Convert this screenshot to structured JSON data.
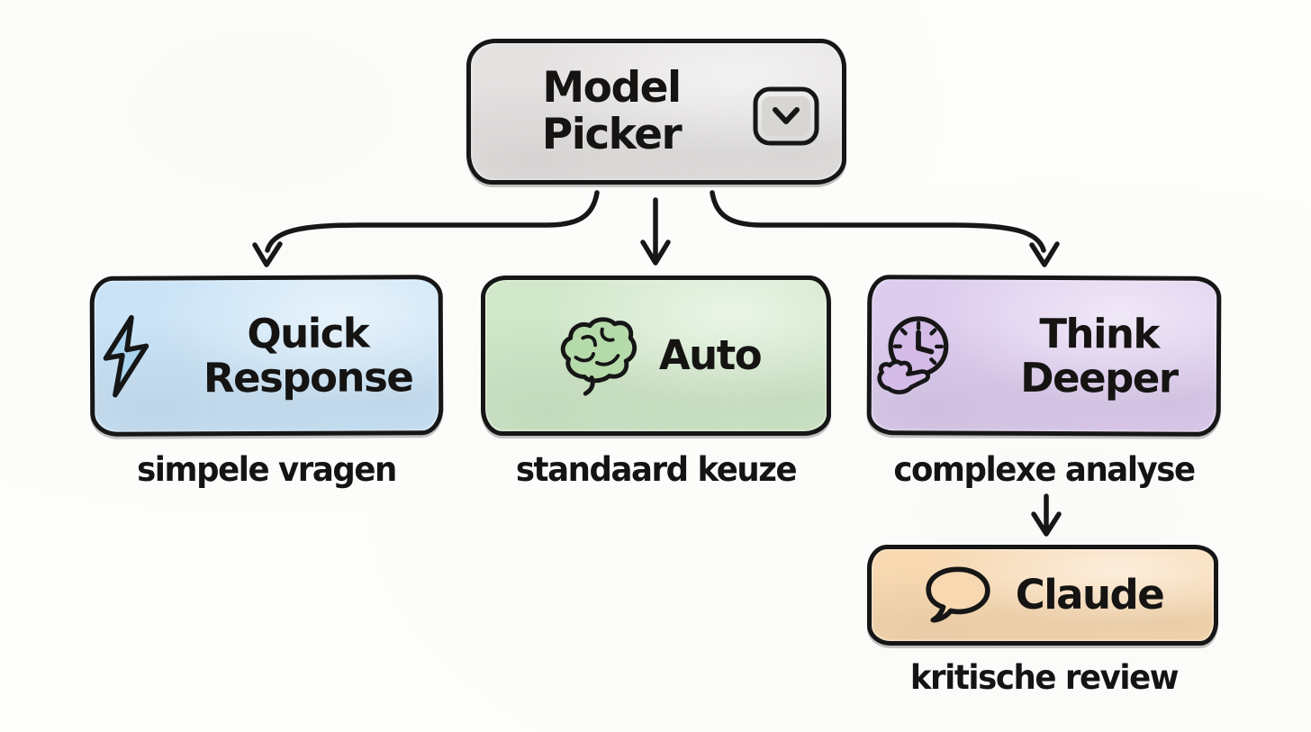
{
  "root_node": {
    "label": "Model Picker",
    "icon": "chevron-down-icon",
    "fill": "#e4e2e1"
  },
  "branches": [
    {
      "label": "Quick Response",
      "caption": "simpele vragen",
      "icon": "lightning-icon",
      "fill": "#cae3f6",
      "icon_fill": "#a9d3ef"
    },
    {
      "label": "Auto",
      "caption": "standaard keuze",
      "icon": "brain-icon",
      "fill": "#d0e7c9",
      "icon_fill": "#b6dbaa"
    },
    {
      "label": "Think Deeper",
      "caption": "complexe analyse",
      "icon": "clock-thinking-icon",
      "fill": "#ddccee",
      "icon_fill": "#d4bbe8"
    }
  ],
  "sub_node": {
    "label": "Claude",
    "caption": "kritische review",
    "icon": "speech-bubble-icon",
    "fill": "#f7d8b1"
  },
  "connections": [
    {
      "from": "Model Picker",
      "to": "Quick Response"
    },
    {
      "from": "Model Picker",
      "to": "Auto"
    },
    {
      "from": "Model Picker",
      "to": "Think Deeper"
    },
    {
      "from": "Think Deeper",
      "to": "Claude"
    }
  ],
  "colors": {
    "outline": "#161616",
    "text": "#151413",
    "background": "#fdfdfb"
  }
}
